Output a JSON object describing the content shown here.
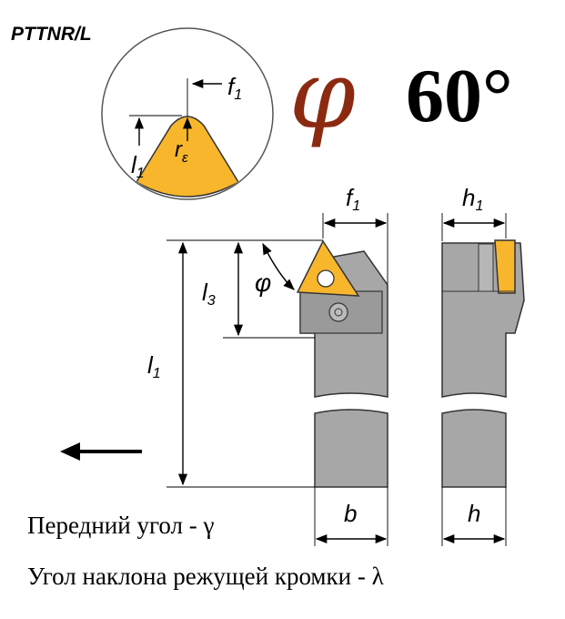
{
  "title": "PTTNR/L",
  "angle_symbol": "φ",
  "angle_value": "60°",
  "detail": {
    "label_f1": "f",
    "label_f1_sub": "1",
    "label_l1": "l",
    "label_l1_sub": "1",
    "label_r": "r",
    "label_r_sub": "ε"
  },
  "dimensions": {
    "f1": "f",
    "f1_sub": "1",
    "h1": "h",
    "h1_sub": "1",
    "l3": "l",
    "l3_sub": "3",
    "l1": "l",
    "l1_sub": "1",
    "phi": "φ",
    "b": "b",
    "h": "h"
  },
  "captions": {
    "rake_angle": "Передний угол - γ",
    "inclination_angle": "Угол наклона режущей кромки - λ"
  },
  "colors": {
    "insert": "#f7b62c",
    "holder": "#a7a7a7",
    "phi_symbol": "#8b2a10"
  }
}
